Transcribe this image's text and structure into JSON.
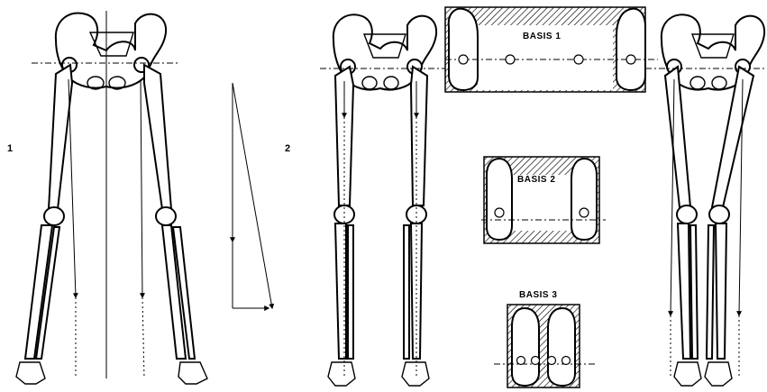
{
  "figure_labels": {
    "one": "1",
    "two": "2"
  },
  "basis_labels": {
    "basis1": "BASIS 1",
    "basis2": "BASIS 2",
    "basis3": "BASIS 3"
  }
}
